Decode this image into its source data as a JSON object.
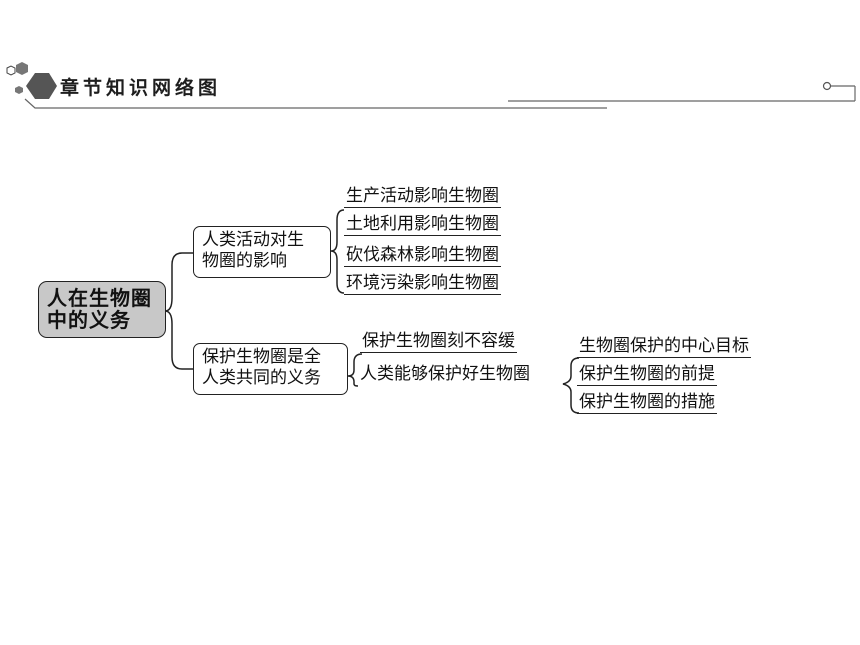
{
  "header": {
    "title": "章节知识网络图"
  },
  "root": {
    "lines": [
      "人在生物圈",
      "中的义务"
    ]
  },
  "branch1": {
    "lines": [
      "人类活动对生",
      "物圈的影响"
    ],
    "leaves": [
      "生产活动影响生物圈",
      "土地利用影响生物圈",
      "砍伐森林影响生物圈",
      "环境污染影响生物圈"
    ]
  },
  "branch2": {
    "lines": [
      "保护生物圈是全",
      "人类共同的义务"
    ],
    "children": [
      "保护生物圈刻不容缓",
      "人类能够保护好生物圈"
    ],
    "sub_leaves": [
      "生物圈保护的中心目标",
      "保护生物圈的前提",
      "保护生物圈的措施"
    ]
  }
}
